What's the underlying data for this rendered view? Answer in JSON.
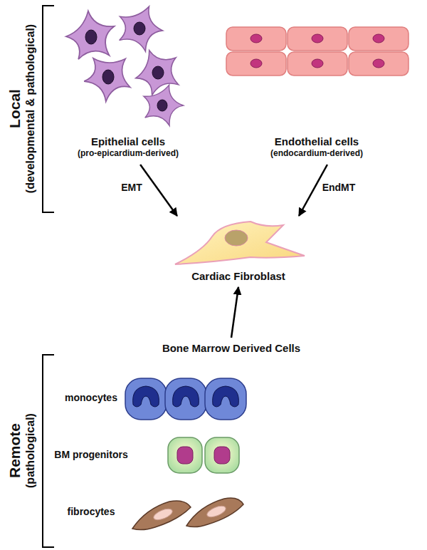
{
  "diagram": {
    "nodes": [
      {
        "text": [
          "Epithelial cells",
          "(pro-epicardium-derived)"
        ]
      },
      {
        "text": [
          "Endothelial cells",
          "(endocardium-derived)"
        ]
      },
      {
        "text": [
          "Cardiac Fibroblast"
        ]
      },
      {
        "text": [
          "Bone Marrow Derived Cells"
        ]
      },
      {
        "text": [
          "monocytes"
        ],
        "in": 3
      },
      {
        "text": [
          "BM progenitors"
        ],
        "in": 3
      },
      {
        "text": [
          "fibrocytes"
        ],
        "in": 3
      }
    ],
    "edges": [
      {
        "from": 0,
        "to": 2,
        "label": "EMT",
        "arrow": "to"
      },
      {
        "from": 1,
        "to": 2,
        "label": "EndMT",
        "arrow": "to"
      },
      {
        "from": 3,
        "to": 2,
        "arrow": "to"
      }
    ],
    "labels": [
      "Local",
      "(developmental & pathological)",
      "Remote",
      "(pathological)"
    ]
  }
}
